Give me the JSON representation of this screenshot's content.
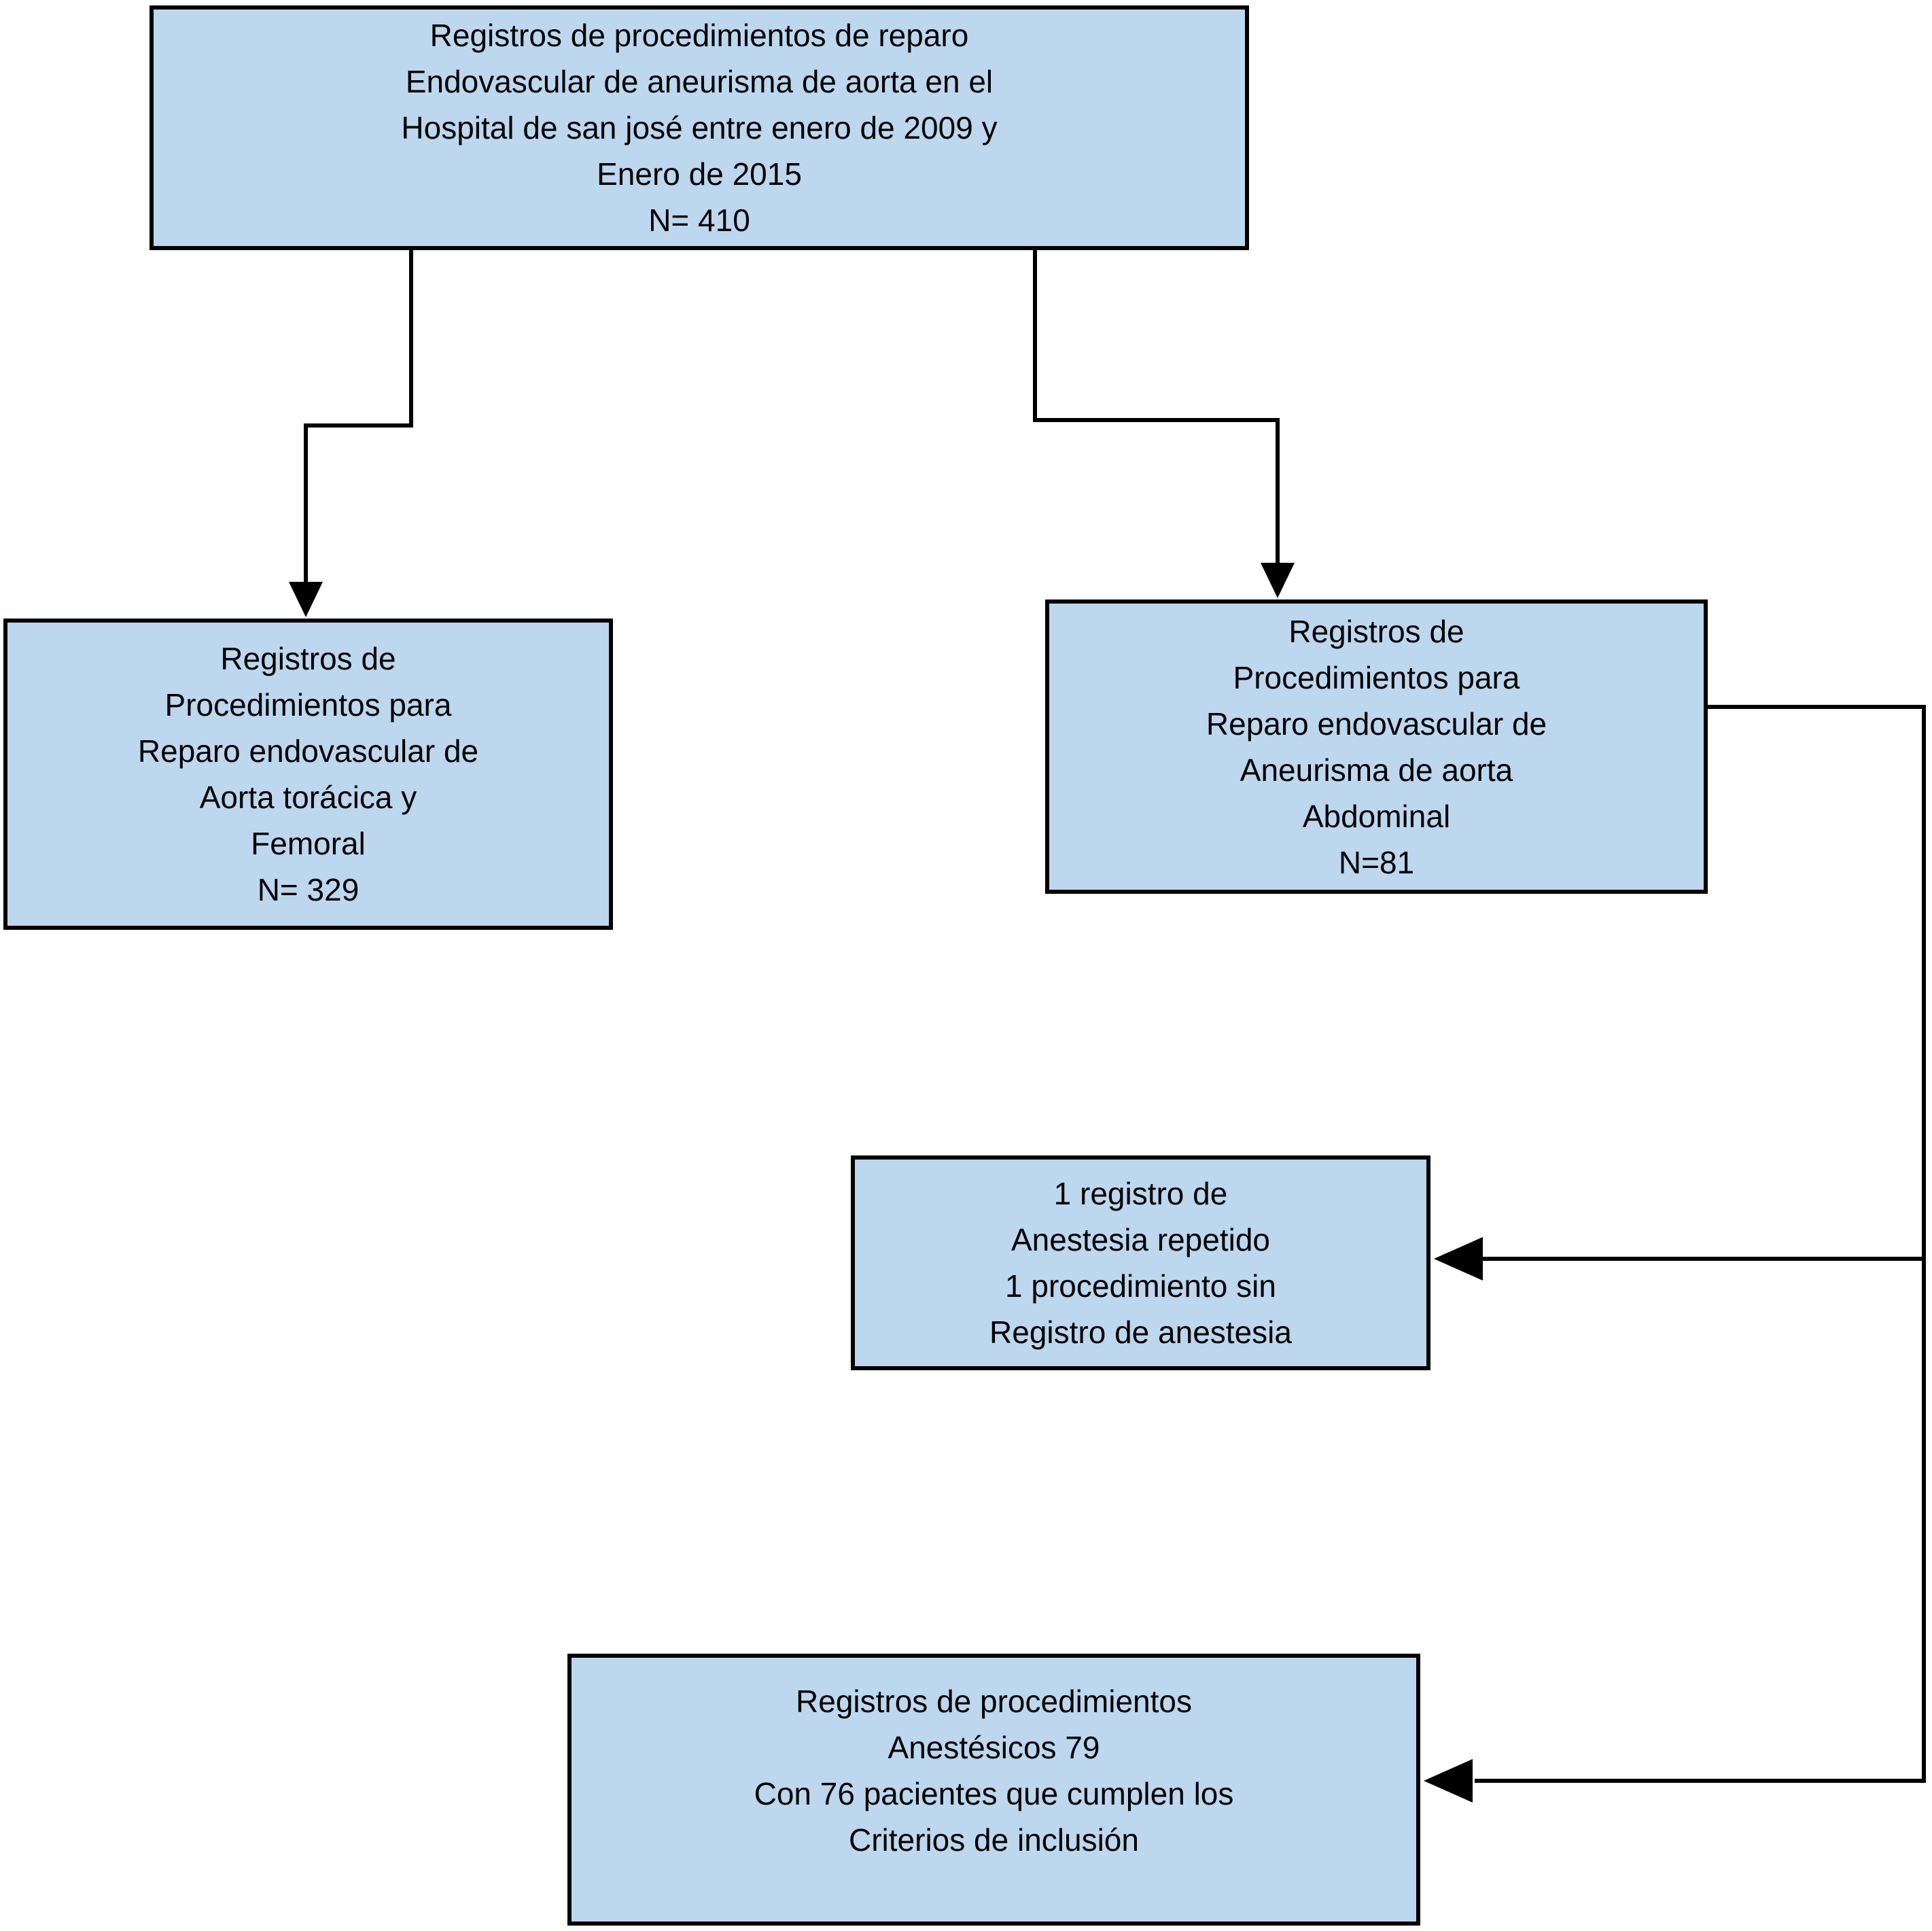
{
  "diagram": {
    "type": "flowchart",
    "box_fill_color": "#BDD7EE",
    "box_border_color": "#000000",
    "line_color": "#000000",
    "background_color": "#ffffff",
    "nodes": {
      "total": {
        "lines": [
          "Registros de procedimientos de reparo",
          "Endovascular de aneurisma de aorta en el",
          "Hospital de san josé entre enero de 2009 y",
          "Enero de 2015",
          "N= 410"
        ],
        "n": "410"
      },
      "thoracic": {
        "lines": [
          "Registros de",
          "Procedimientos para",
          "Reparo endovascular de",
          "Aorta torácica y",
          "Femoral",
          "N= 329"
        ],
        "n": "329"
      },
      "abdominal": {
        "lines": [
          "Registros de",
          "Procedimientos para",
          "Reparo endovascular de",
          "Aneurisma de aorta",
          "Abdominal",
          "N=81"
        ],
        "n": "81"
      },
      "excluded": {
        "lines": [
          "1 registro de",
          "Anestesia repetido",
          "1 procedimiento sin",
          "Registro de anestesia"
        ]
      },
      "included": {
        "lines": [
          "Registros de procedimientos",
          "Anestésicos 79",
          "Con 76 pacientes que cumplen los",
          "Criterios de inclusión"
        ]
      }
    },
    "edges": [
      "total -> thoracic",
      "total -> abdominal",
      "abdominal -> excluded",
      "abdominal -> included"
    ]
  }
}
